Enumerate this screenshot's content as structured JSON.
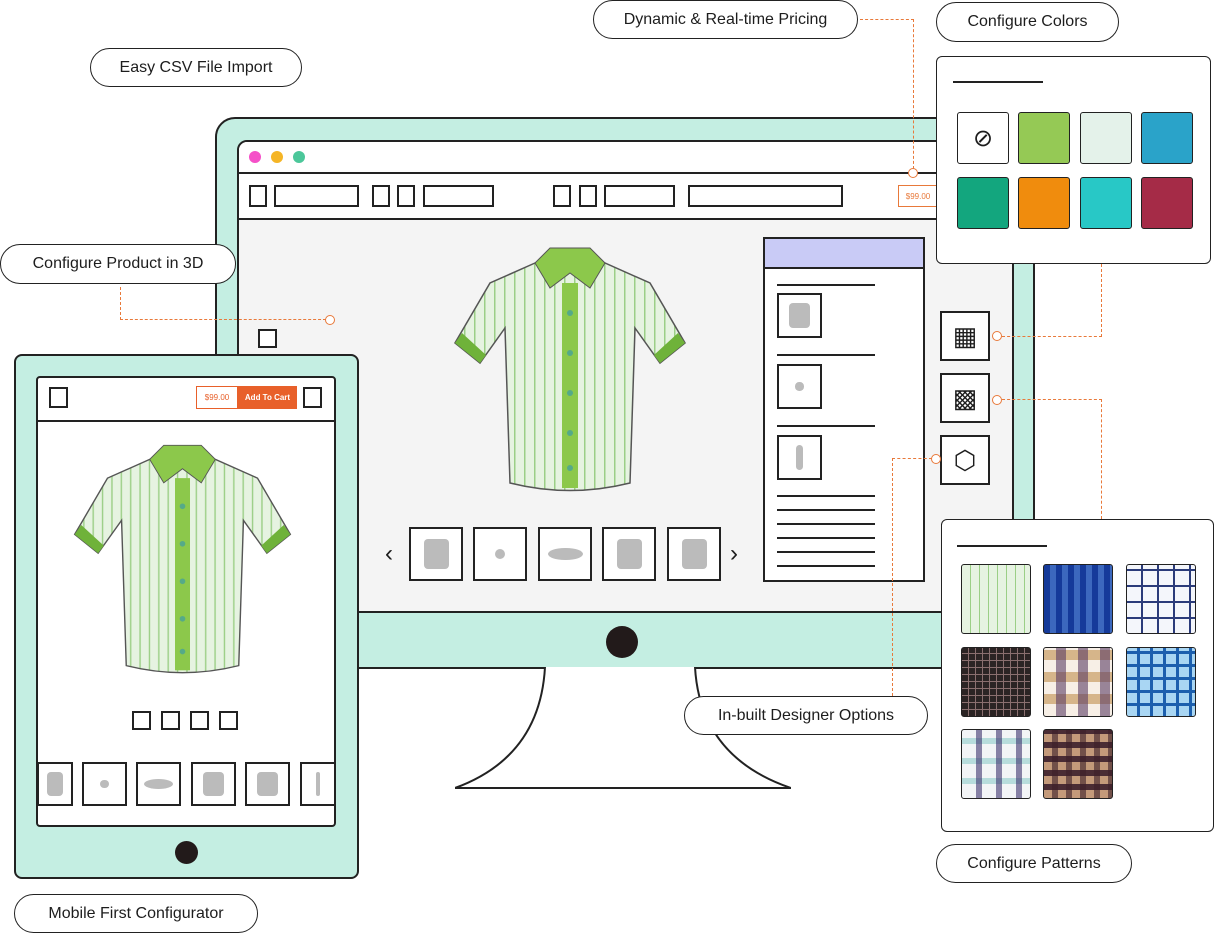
{
  "labels": {
    "pricing": "Dynamic & Real-time Pricing",
    "colors": "Configure Colors",
    "csv": "Easy CSV File Import",
    "product3d": "Configure Product in 3D",
    "designer": "In-built Designer Options",
    "patterns": "Configure Patterns",
    "mobile": "Mobile First Configurator"
  },
  "desktop": {
    "price": "$99.00"
  },
  "mobile": {
    "price": "$99.00",
    "add_to_cart": "Add To Cart"
  },
  "colors": {
    "accent": "#e8793a",
    "monitor": "#c4eee2",
    "swatches": [
      "none",
      "#95c955",
      "#e4f2ea",
      "#2aa3c9",
      "#13a67e",
      "#f08c0d",
      "#28c8c6",
      "#a52b47"
    ]
  },
  "icons": [
    "grid-icon",
    "pattern-icon",
    "3d-cube-icon",
    "chevron-left-icon",
    "chevron-right-icon",
    "no-color-icon"
  ]
}
